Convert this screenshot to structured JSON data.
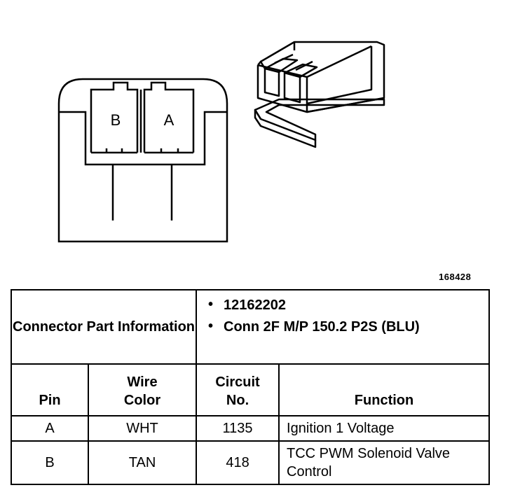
{
  "figure_id": "168428",
  "connector_face": {
    "pin_left_label": "B",
    "pin_right_label": "A"
  },
  "table": {
    "info_label": "Connector Part Information",
    "info_items": [
      "12162202",
      "Conn 2F M/P 150.2 P2S (BLU)"
    ],
    "headers": {
      "pin": "Pin",
      "wire_color": "Wire Color",
      "circuit": "Circuit No.",
      "function": "Function"
    },
    "rows": [
      {
        "pin": "A",
        "wire_color": "WHT",
        "circuit": "1135",
        "function": "Ignition 1 Voltage"
      },
      {
        "pin": "B",
        "wire_color": "TAN",
        "circuit": "418",
        "function": "TCC PWM Solenoid Valve Control"
      }
    ]
  }
}
